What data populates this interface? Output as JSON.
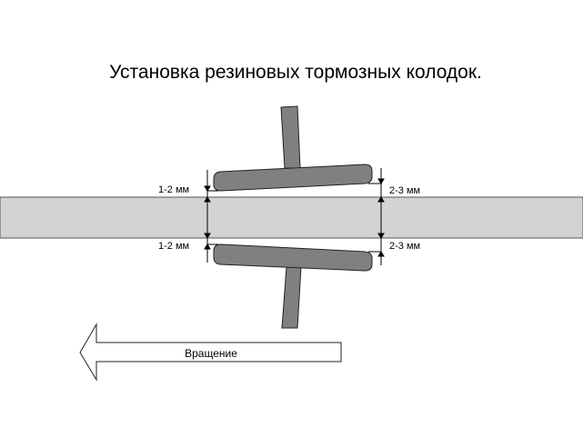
{
  "title": "Установка резиновых тормозных колодок.",
  "gaps": {
    "top_left": "1-2 мм",
    "top_right": "2-3 мм",
    "bottom_left": "1-2 мм",
    "bottom_right": "2-3 мм"
  },
  "rotation_label": "Вращение",
  "colors": {
    "disc": "#d3d3d3",
    "pad": "#808080",
    "outline": "#333333"
  }
}
